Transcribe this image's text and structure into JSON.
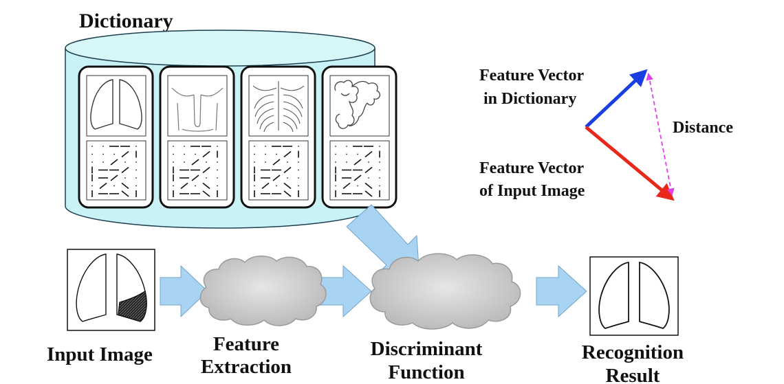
{
  "dictionary": {
    "title": "Dictionary",
    "entries": [
      {
        "icon": "lung-outline-icon"
      },
      {
        "icon": "torso-icon"
      },
      {
        "icon": "ribcage-icon"
      },
      {
        "icon": "intestine-icon"
      }
    ]
  },
  "pipeline": {
    "input_image": {
      "label": "Input Image",
      "icon": "lung-with-lesion-icon"
    },
    "feature_extraction": {
      "line1": "Feature",
      "line2": "Extraction"
    },
    "discriminant_function": {
      "line1": "Discriminant",
      "line2": "Function"
    },
    "recognition_result": {
      "line1": "Recognition",
      "line2": "Result",
      "icon": "lung-outline-icon"
    }
  },
  "vector_legend": {
    "dictionary_vector": {
      "line1": "Feature Vector",
      "line2": "in Dictionary",
      "color": "#1a3fe0"
    },
    "input_vector": {
      "line1": "Feature Vector",
      "line2": "of Input Image",
      "color": "#e8281a"
    },
    "distance": {
      "label": "Distance",
      "color": "#e040e8"
    }
  },
  "colors": {
    "cylinder_fill": "#c9f2f6",
    "arrow_fill": "#a9d3f3",
    "cloud_fill": "#d4d4d4"
  }
}
